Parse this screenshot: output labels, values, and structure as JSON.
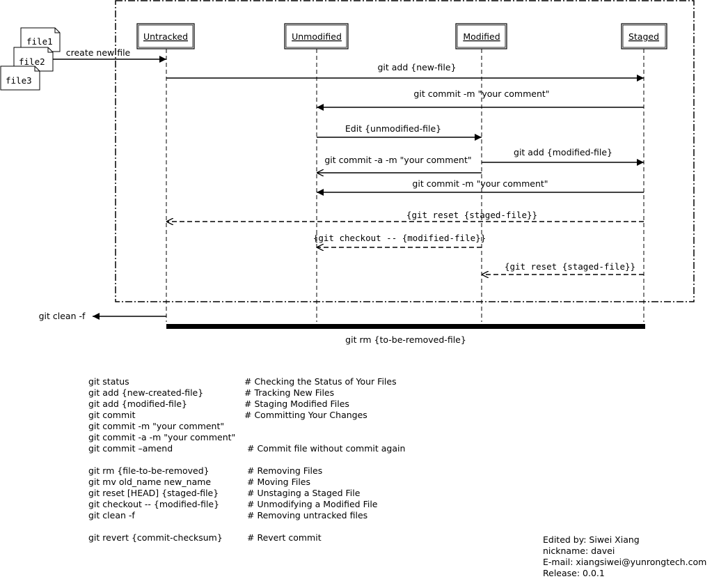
{
  "lanes": [
    {
      "id": "untracked",
      "label": "Untracked"
    },
    {
      "id": "unmodified",
      "label": "Unmodified"
    },
    {
      "id": "modified",
      "label": "Modified"
    },
    {
      "id": "staged",
      "label": "Staged"
    }
  ],
  "files": [
    "file1",
    "file2",
    "file3"
  ],
  "messages": {
    "create_new_file": "create new file",
    "git_add_new": "git add {new-file}",
    "commit_from_staged": "git commit -m \"your comment\"",
    "edit_unmodified": "Edit {unmodified-file}",
    "commit_a": "git commit -a -m \"your comment\"",
    "git_add_modified": "git add {modified-file}",
    "commit_from_staged_2": "git commit -m \"your comment\"",
    "reset_to_untracked": "{git reset {staged-file}}",
    "checkout_modified": "{git checkout -- {modified-file}}",
    "reset_to_modified": "{git reset {staged-file}}",
    "git_clean": "git clean -f",
    "git_rm": "git rm {to-be-removed-file}"
  },
  "commands": [
    {
      "cmd": "git status",
      "desc": "# Checking the Status of Your Files"
    },
    {
      "cmd": "git add {new-created-file}",
      "desc": "# Tracking New Files"
    },
    {
      "cmd": "git add {modified-file}",
      "desc": "# Staging Modified Files"
    },
    {
      "cmd": "git commit",
      "desc": "# Committing Your Changes"
    },
    {
      "cmd": "git commit -m \"your comment\"",
      "desc": ""
    },
    {
      "cmd": "git commit -a -m \"your comment\"",
      "desc": ""
    },
    {
      "cmd": "git commit –amend",
      "desc": "# Commit file without commit again"
    },
    {
      "cmd": "",
      "desc": ""
    },
    {
      "cmd": "git rm {file-to-be-removed}",
      "desc": "# Removing Files"
    },
    {
      "cmd": "git mv old_name new_name",
      "desc": "# Moving Files"
    },
    {
      "cmd": "git reset [HEAD] {staged-file}",
      "desc": "# Unstaging a Staged File"
    },
    {
      "cmd": "git checkout -- {modified-file}",
      "desc": "# Unmodifying a Modified File"
    },
    {
      "cmd": "git clean -f",
      "desc": "# Removing untracked files"
    },
    {
      "cmd": "",
      "desc": ""
    },
    {
      "cmd": "git revert {commit-checksum}",
      "desc": "# Revert commit"
    }
  ],
  "footer": {
    "edited_by": "Edited by: Siwei Xiang",
    "nickname": "nickname: davei",
    "email": "E-mail: xiangsiwei@yunrongtech.com",
    "release": "Release: 0.0.1"
  }
}
